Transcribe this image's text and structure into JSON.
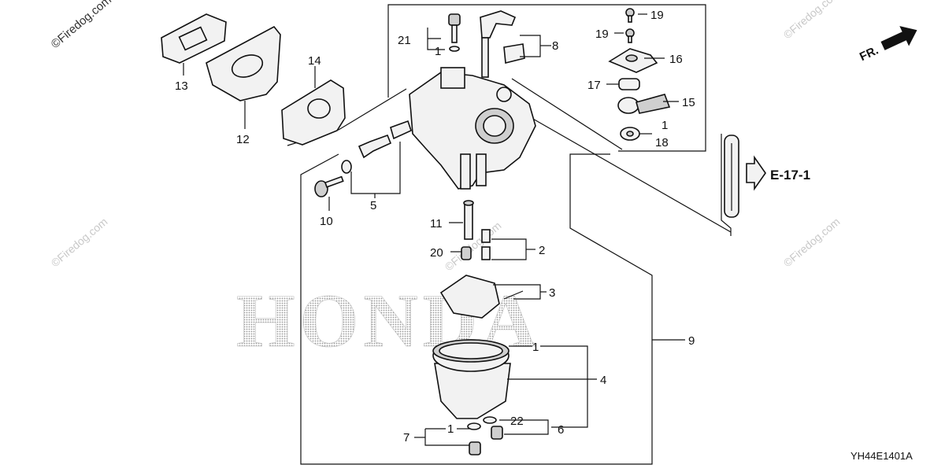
{
  "watermark_text": "©Firedog.com",
  "brand_text": "HONDA",
  "diagram_code": "YH44E1401A",
  "direction_label": "FR.",
  "reference_label": "E-17-1",
  "callouts": {
    "c1a": "1",
    "c1b": "1",
    "c1c": "1",
    "c1d": "1",
    "c2": "2",
    "c3": "3",
    "c4": "4",
    "c5": "5",
    "c6": "6",
    "c7": "7",
    "c8": "8",
    "c9": "9",
    "c10": "10",
    "c11": "11",
    "c12": "12",
    "c13": "13",
    "c14": "14",
    "c15": "15",
    "c16": "16",
    "c17": "17",
    "c18": "18",
    "c19a": "19",
    "c19b": "19",
    "c20": "20",
    "c21": "21",
    "c22": "22"
  }
}
